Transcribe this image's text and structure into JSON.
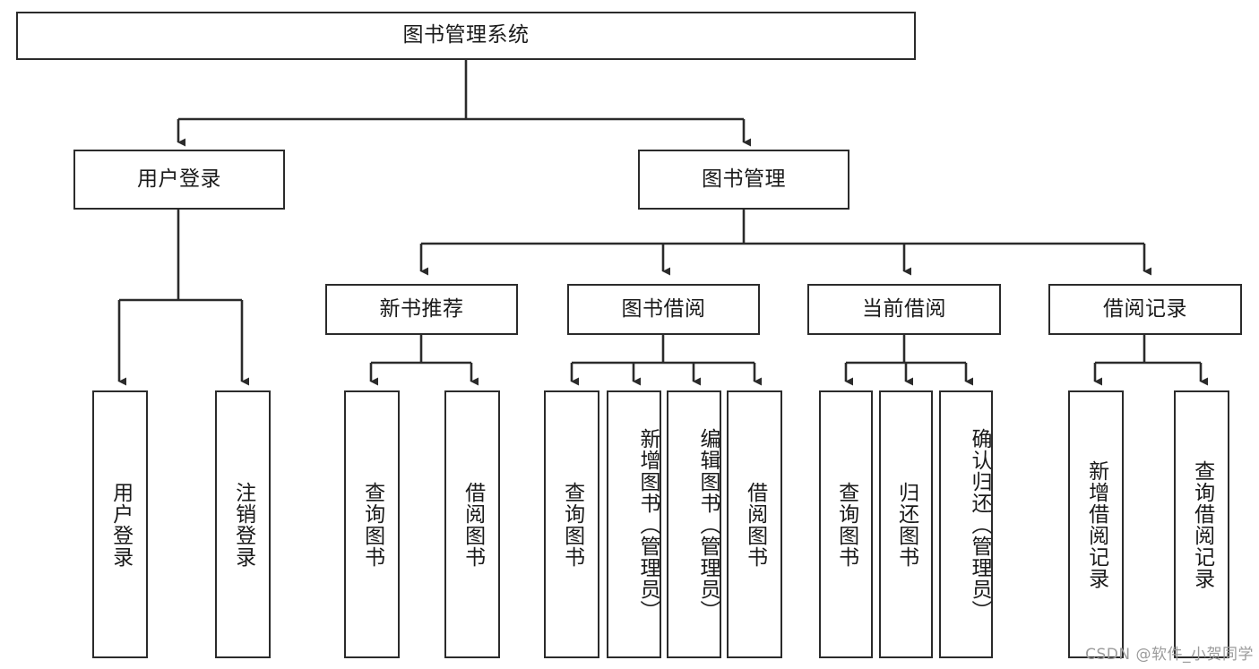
{
  "diagram": {
    "title": "图书管理系统",
    "type": "tree-hierarchy",
    "orientation": "top-down",
    "line_color": "#2b2b2b",
    "box_fill": "#ffffff",
    "text_color": "#1a1a1a"
  },
  "root": {
    "label": "图书管理系统"
  },
  "level2": [
    {
      "label": "用户登录"
    },
    {
      "label": "图书管理"
    }
  ],
  "level3": [
    {
      "label": "新书推荐"
    },
    {
      "label": "图书借阅"
    },
    {
      "label": "当前借阅"
    },
    {
      "label": "借阅记录"
    }
  ],
  "leaves": {
    "user_login": [
      {
        "label": "用户登录"
      },
      {
        "label": "注销登录"
      }
    ],
    "new_book": [
      {
        "label": "查询图书"
      },
      {
        "label": "借阅图书"
      }
    ],
    "book_borrow": [
      {
        "label": "查询图书"
      },
      {
        "label": "新增图书（管理员）"
      },
      {
        "label": "编辑图书（管理员）"
      },
      {
        "label": "借阅图书"
      }
    ],
    "current_borrow": [
      {
        "label": "查询图书"
      },
      {
        "label": "归还图书"
      },
      {
        "label": "确认归还（管理员）"
      }
    ],
    "borrow_record": [
      {
        "label": "新增借阅记录"
      },
      {
        "label": "查询借阅记录"
      }
    ]
  },
  "watermark": {
    "text": "CSDN @软件_小贺同学"
  }
}
